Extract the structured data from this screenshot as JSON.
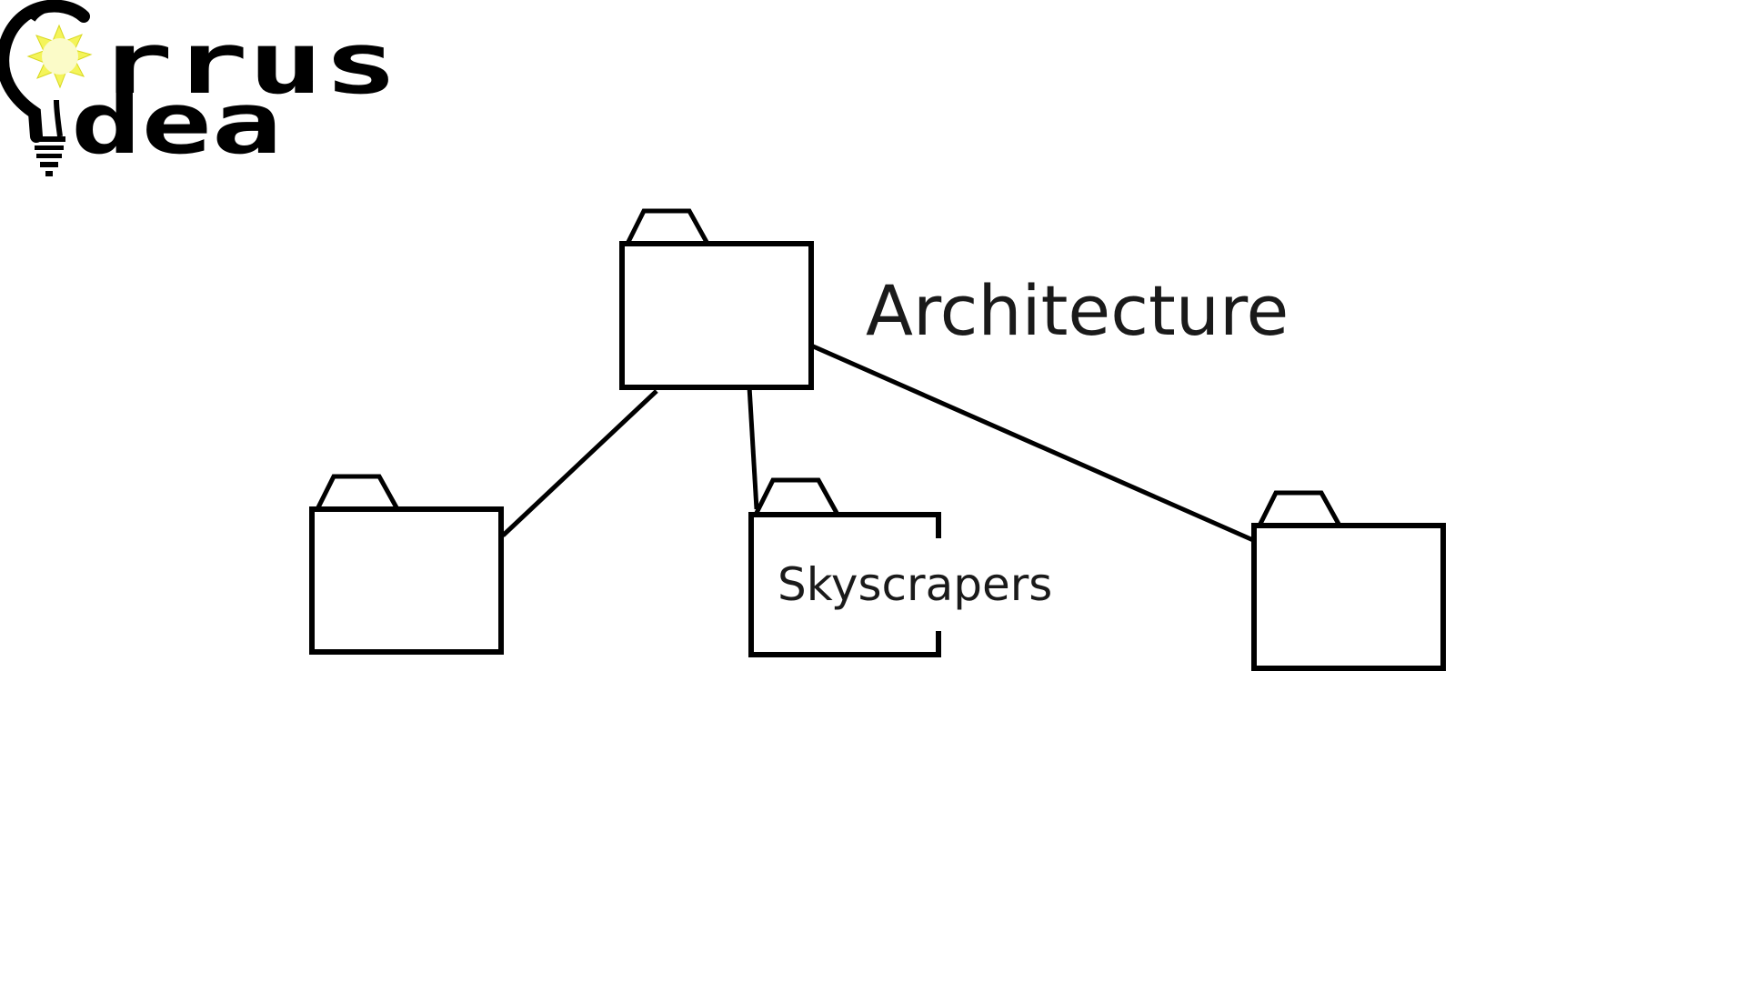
{
  "logo": {
    "line1": "rrus",
    "line2": "dea",
    "colors": {
      "ink": "#000000",
      "sun": "#f4f45a",
      "sun_core": "#fbfbc8"
    }
  },
  "diagram": {
    "root": {
      "label": "Architecture"
    },
    "children": [
      {
        "label": ""
      },
      {
        "label": "Skyscrapers"
      },
      {
        "label": ""
      }
    ],
    "colors": {
      "stroke": "#000000",
      "text": "#1a1a1a"
    }
  }
}
